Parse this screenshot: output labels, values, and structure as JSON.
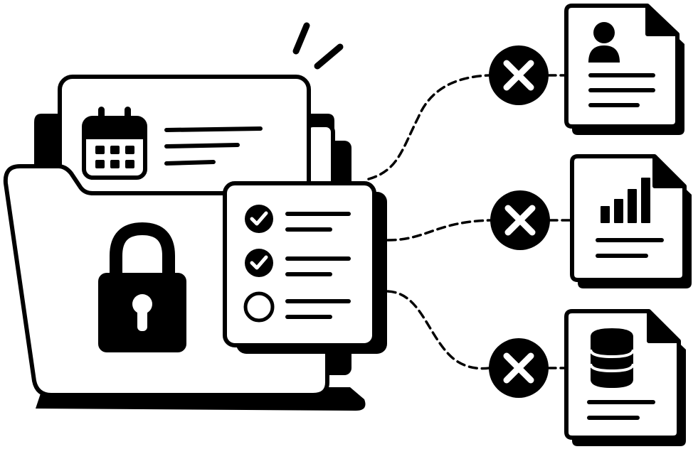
{
  "colors": {
    "ink": "#000000",
    "paper": "#ffffff",
    "background": "#ffffff"
  },
  "illustration": {
    "secure_folder": {
      "icons": [
        "calendar-icon",
        "lock-icon"
      ],
      "checklist": {
        "items": [
          {
            "checked": true
          },
          {
            "checked": true
          },
          {
            "checked": false
          }
        ]
      }
    },
    "connections": [
      {
        "status": "blocked",
        "icon": "x-icon",
        "target": "profile-document",
        "target_icon": "user-icon"
      },
      {
        "status": "blocked",
        "icon": "x-icon",
        "target": "report-document",
        "target_icon": "bar-chart-icon"
      },
      {
        "status": "blocked",
        "icon": "x-icon",
        "target": "database-document",
        "target_icon": "database-icon"
      }
    ]
  }
}
